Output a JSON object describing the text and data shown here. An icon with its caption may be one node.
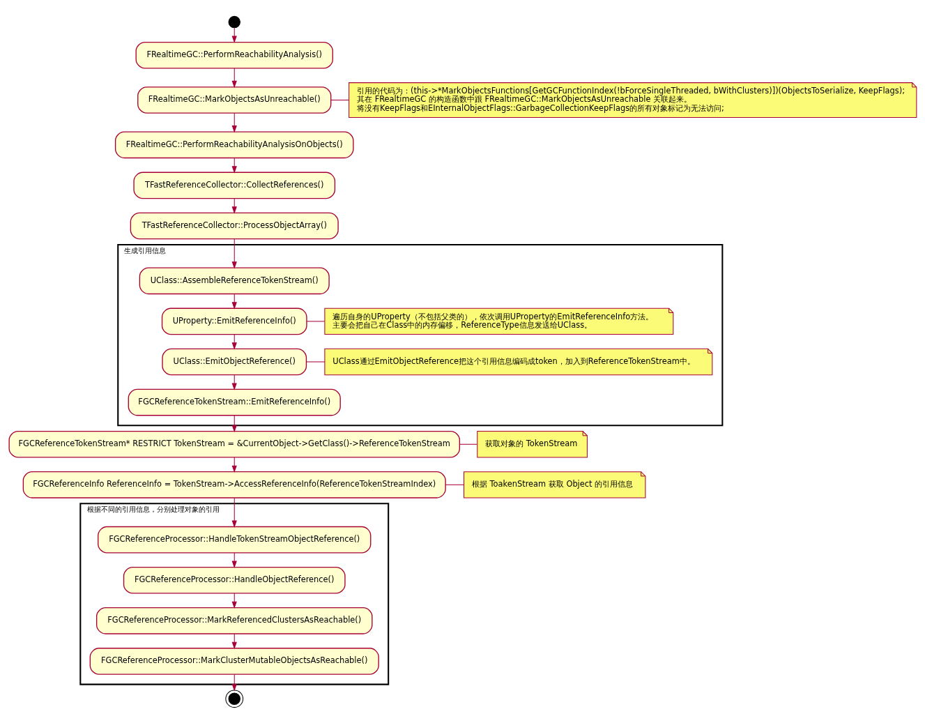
{
  "diagram": {
    "nodes": [
      {
        "text": [],
        "shape": "circle"
      },
      {
        "text": [
          "FRealtimeGC::PerformReachabilityAnalysis()"
        ]
      },
      {
        "text": [
          "FRealtimeGC::MarkObjectsAsUnreachable()"
        ]
      },
      {
        "text": [
          "引用的代码为：(this->*MarkObjectsFunctions[GetGCFunctionIndex(!bForceSingleThreaded, bWithClusters)])(ObjectsToSerialize, KeepFlags);",
          "其在 FRealtimeGC 的构造函数中跟 FRealtimeGC::MarkObjectsAsUnreachable 关联起来。",
          "将没有KeepFlags和EInternalObjectFlags::GarbageCollectionKeepFlags的所有对象标记为无法访问;"
        ]
      },
      {
        "text": [
          "FRealtimeGC::PerformReachabilityAnalysisOnObjects()"
        ]
      },
      {
        "text": [
          "TFastReferenceCollector::CollectReferences()"
        ]
      },
      {
        "text": [
          "TFastReferenceCollector::ProcessObjectArray()"
        ]
      },
      {
        "text": [
          "生成引用信息"
        ]
      },
      {
        "text": [
          "UClass::AssembleReferenceTokenStream()"
        ],
        "in": 7
      },
      {
        "text": [
          "UProperty::EmitReferenceInfo()"
        ],
        "in": 7
      },
      {
        "text": [
          "遍历自身的UProperty（不包括父类的），依次调用UProperty的EmitReferenceInfo方法。",
          "主要会把自己在Class中的内存偏移，ReferenceType信息发送给UClass。"
        ],
        "in": 7
      },
      {
        "text": [
          "UClass::EmitObjectReference()"
        ],
        "in": 7
      },
      {
        "text": [
          "UClass通过EmitObjectReference把这个引用信息编码成token，加入到ReferenceTokenStream中。"
        ],
        "in": 7
      },
      {
        "text": [
          "FGCReferenceTokenStream::EmitReferenceInfo()"
        ],
        "in": 7
      },
      {
        "text": [
          "FGCReferenceTokenStream* RESTRICT TokenStream = &CurrentObject->GetClass()->ReferenceTokenStream"
        ]
      },
      {
        "text": [
          "获取对象的 TokenStream"
        ]
      },
      {
        "text": [
          "FGCReferenceInfo ReferenceInfo = TokenStream->AccessReferenceInfo(ReferenceTokenStreamIndex)"
        ]
      },
      {
        "text": [
          "根据 ToakenStream 获取 Object 的引用信息"
        ]
      },
      {
        "text": [
          "根据不同的引用信息，分别处理对象的引用"
        ]
      },
      {
        "text": [
          "FGCReferenceProcessor::HandleTokenStreamObjectReference()"
        ],
        "in": 18
      },
      {
        "text": [
          "FGCReferenceProcessor::HandleObjectReference()"
        ],
        "in": 18
      },
      {
        "text": [
          "FGCReferenceProcessor::MarkReferencedClustersAsReachable()"
        ],
        "in": 18
      },
      {
        "text": [
          "FGCReferenceProcessor::MarkClusterMutableObjectsAsReachable()"
        ],
        "in": 18
      },
      {
        "text": [],
        "shape": "circle"
      }
    ],
    "edges": [
      {
        "from": 0,
        "to": 1,
        "arrow": "to"
      },
      {
        "from": 1,
        "to": 2,
        "arrow": "to"
      },
      {
        "from": 2,
        "to": 3,
        "arrow": "none"
      },
      {
        "from": 2,
        "to": 4,
        "arrow": "to"
      },
      {
        "from": 4,
        "to": 5,
        "arrow": "to"
      },
      {
        "from": 5,
        "to": 6,
        "arrow": "to"
      },
      {
        "from": 6,
        "to": 8,
        "arrow": "to"
      },
      {
        "from": 8,
        "to": 9,
        "arrow": "to"
      },
      {
        "from": 9,
        "to": 10,
        "arrow": "none"
      },
      {
        "from": 9,
        "to": 11,
        "arrow": "to"
      },
      {
        "from": 11,
        "to": 12,
        "arrow": "none"
      },
      {
        "from": 11,
        "to": 13,
        "arrow": "to"
      },
      {
        "from": 13,
        "to": 14,
        "arrow": "to"
      },
      {
        "from": 14,
        "to": 15,
        "arrow": "none"
      },
      {
        "from": 14,
        "to": 16,
        "arrow": "to"
      },
      {
        "from": 16,
        "to": 17,
        "arrow": "none"
      },
      {
        "from": 16,
        "to": 19,
        "arrow": "to"
      },
      {
        "from": 19,
        "to": 20,
        "arrow": "to"
      },
      {
        "from": 20,
        "to": 21,
        "arrow": "to"
      },
      {
        "from": 21,
        "to": 22,
        "arrow": "to"
      },
      {
        "from": 22,
        "to": 23,
        "arrow": "to"
      }
    ]
  }
}
